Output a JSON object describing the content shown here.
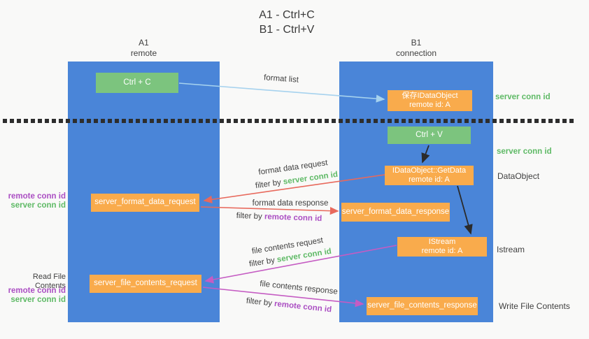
{
  "title": {
    "line1": "A1 - Ctrl+C",
    "line2": "B1 - Ctrl+V"
  },
  "lanes": {
    "left": {
      "line1": "A1",
      "line2": "remote"
    },
    "right": {
      "line1": "B1",
      "line2": "connection"
    }
  },
  "boxes": {
    "ctrl_c": "Ctrl + C",
    "ctrl_v": "Ctrl + V",
    "save_idataobject": {
      "line1": "保存IDataObject",
      "line2": "remote id: A"
    },
    "getdata": {
      "line1": "IDataObject::GetData",
      "line2": "remote id: A"
    },
    "istream": {
      "line1": "IStream",
      "line2": "remote id: A"
    },
    "server_format_data_request": "server_format_data_request",
    "server_format_data_response": "server_format_data_response",
    "server_file_contents_request": "server_file_contents_request",
    "server_file_contents_response": "server_file_contents_response"
  },
  "arrow_labels": {
    "format_list": "format list",
    "format_data_request": "format data request",
    "format_data_response": "format data response",
    "file_contents_request": "file contents request",
    "file_contents_response": "file contents response",
    "filter_by": "filter by ",
    "server_conn_id": "server conn id",
    "remote_conn_id": "remote conn id"
  },
  "side_labels": {
    "server_conn_id_top": "server conn id",
    "server_conn_id_mid": "server conn id",
    "dataobject": "DataObject",
    "istream": "Istream",
    "read_file_contents": "Read File Contents",
    "write_file_contents": "Write File Contents",
    "remote_conn_id": "remote conn id",
    "server_conn_id": "server conn id"
  },
  "colors": {
    "lane_blue": "#4a85d8",
    "green_box": "#7cc47e",
    "orange_box": "#f9ab4c",
    "green_text": "#5fba66",
    "purple_text": "#ab4fc3",
    "red_arrow": "#e8695c",
    "magenta_arrow": "#c55cc3",
    "light_blue_arrow": "#a6d2ee",
    "black_arrow": "#2b2b2b",
    "background": "#f9f9f8"
  }
}
